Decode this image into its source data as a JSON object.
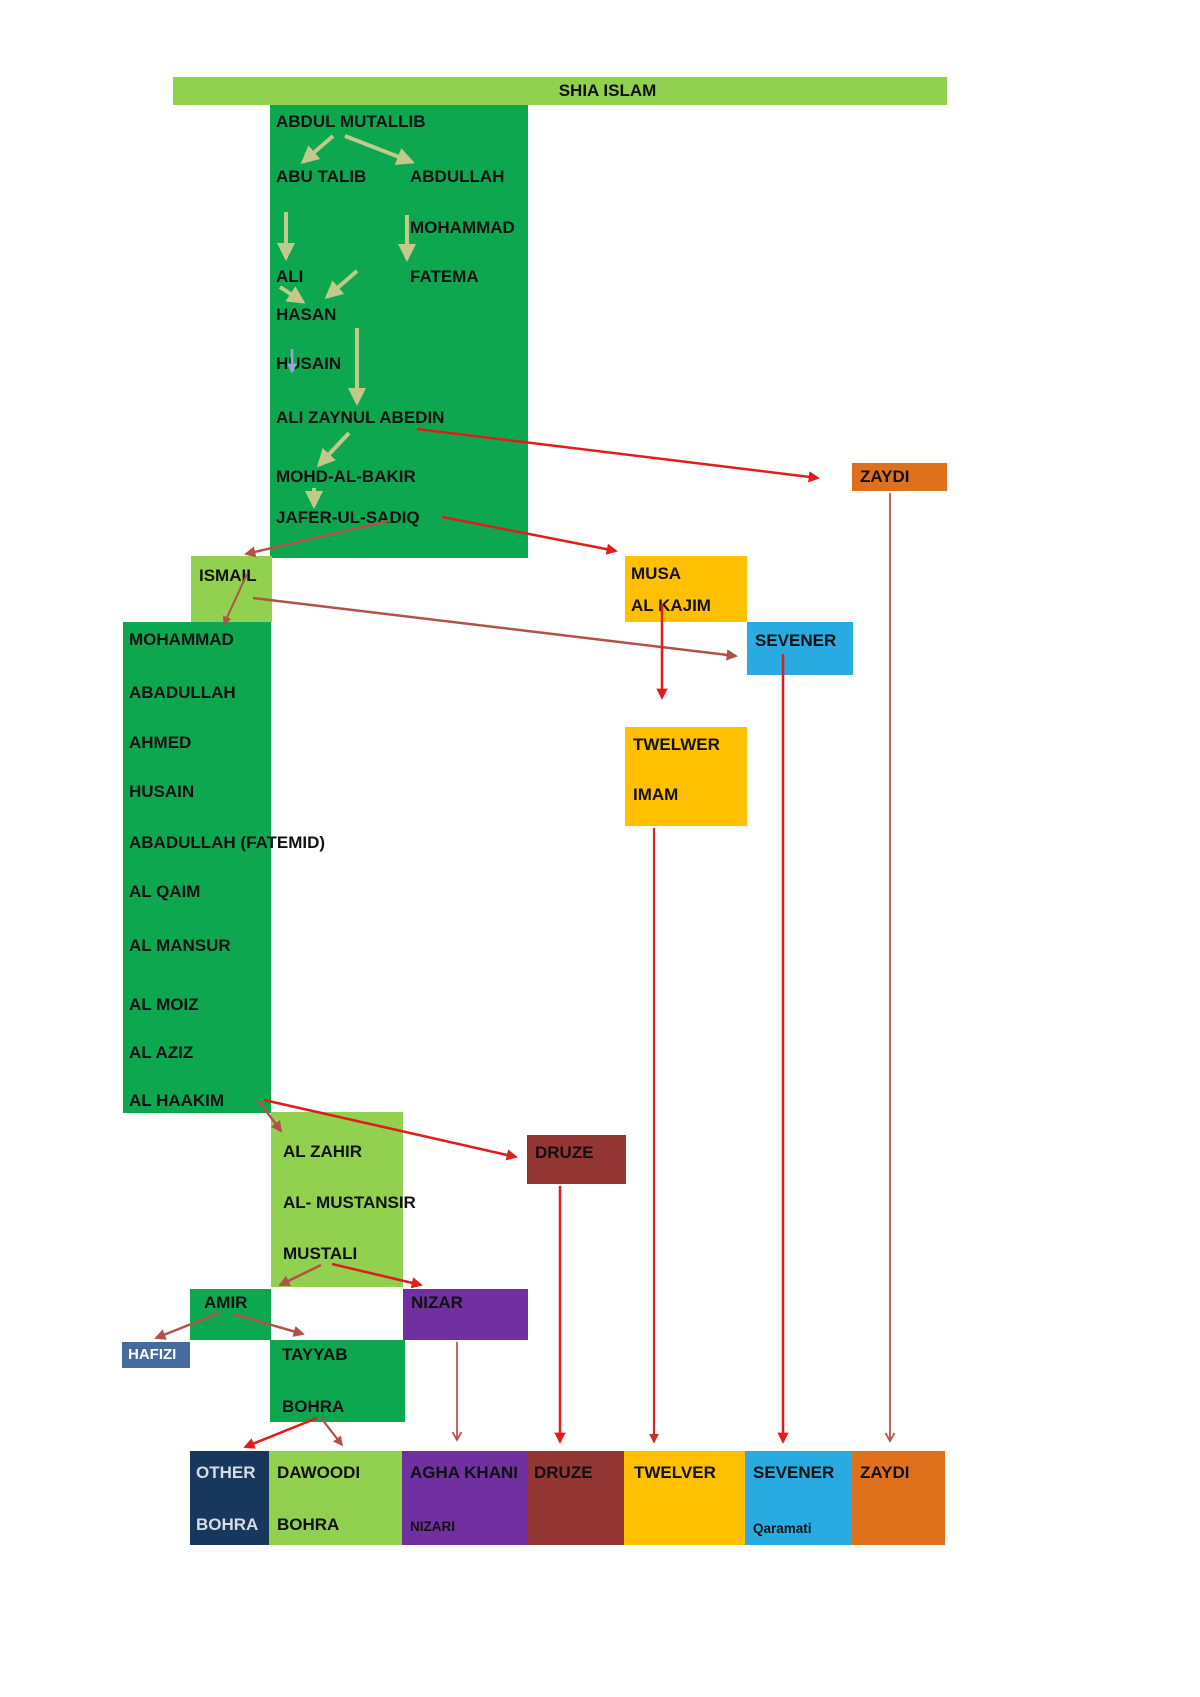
{
  "title": {
    "label": "SHIA ISLAM"
  },
  "colors": {
    "header_green": "#92D050",
    "dark_green": "#0DA750",
    "light_green": "#92D050",
    "yellow": "#FFC000",
    "blue": "#29ABE2",
    "orange": "#E0711C",
    "maroon": "#943634",
    "navy": "#17375D",
    "steel_blue": "#456A9E",
    "purple": "#7030A0",
    "arrow_khaki": "#C2C98B",
    "arrow_bright_red": "#E21B1B",
    "arrow_brown": "#B0524A",
    "arrow_medium_red": "#C0504D",
    "arrow_small_blue": "#8EA9DB",
    "text_light": "#D6DCE4"
  },
  "lineage": {
    "abdul_mutallib": "ABDUL MUTALLIB",
    "abu_talib": "ABU TALIB",
    "abdullah": "ABDULLAH",
    "mohammad": "MOHAMMAD",
    "ali": "ALI",
    "fatema": "FATEMA",
    "hasan": "HASAN",
    "husain": "HUSAIN",
    "ali_zaynul_abedin": "ALI ZAYNUL ABEDIN",
    "mohd_al_bakir": "MOHD-AL-BAKIR",
    "jafer_ul_sadiq": "JAFER-UL-SADIQ"
  },
  "fatimid_line": {
    "mohammad": "MOHAMMAD",
    "abadullah": "ABADULLAH",
    "ahmed": "AHMED",
    "husain": "HUSAIN",
    "abadullah_fatemid": "ABADULLAH (FATEMID)",
    "al_qaim": "AL QAIM",
    "al_mansur": "AL MANSUR",
    "al_moiz": "AL MOIZ",
    "al_aziz": "AL AZIZ",
    "al_haakim": "AL HAAKIM"
  },
  "boxes": {
    "ismail": "ISMAIL",
    "musa_line1": "MUSA",
    "musa_line2": "AL KAJIM",
    "sevener": "SEVENER",
    "zaydi": "ZAYDI",
    "twelwer_line1": "TWELWER",
    "twelwer_line2": "IMAM",
    "al_zahir": "AL ZAHIR",
    "al_mustansir": "AL- MUSTANSIR",
    "mustali": "MUSTALI",
    "druze": "DRUZE",
    "amir": "AMIR",
    "nizar": "NIZAR",
    "hafizi": "HAFIZI",
    "tayyab_line1": "TAYYAB",
    "tayyab_line2": "BOHRA"
  },
  "bottom_row": [
    {
      "line1": "OTHER",
      "line2": "BOHRA"
    },
    {
      "line1": "DAWOODI",
      "line2": "BOHRA"
    },
    {
      "line1": "AGHA KHANI",
      "line2": "NIZARI"
    },
    {
      "line1": "DRUZE",
      "line2": ""
    },
    {
      "line1": "TWELVER",
      "line2": ""
    },
    {
      "line1": "SEVENER",
      "line2": "Qaramati"
    },
    {
      "line1": "ZAYDI",
      "line2": ""
    }
  ]
}
